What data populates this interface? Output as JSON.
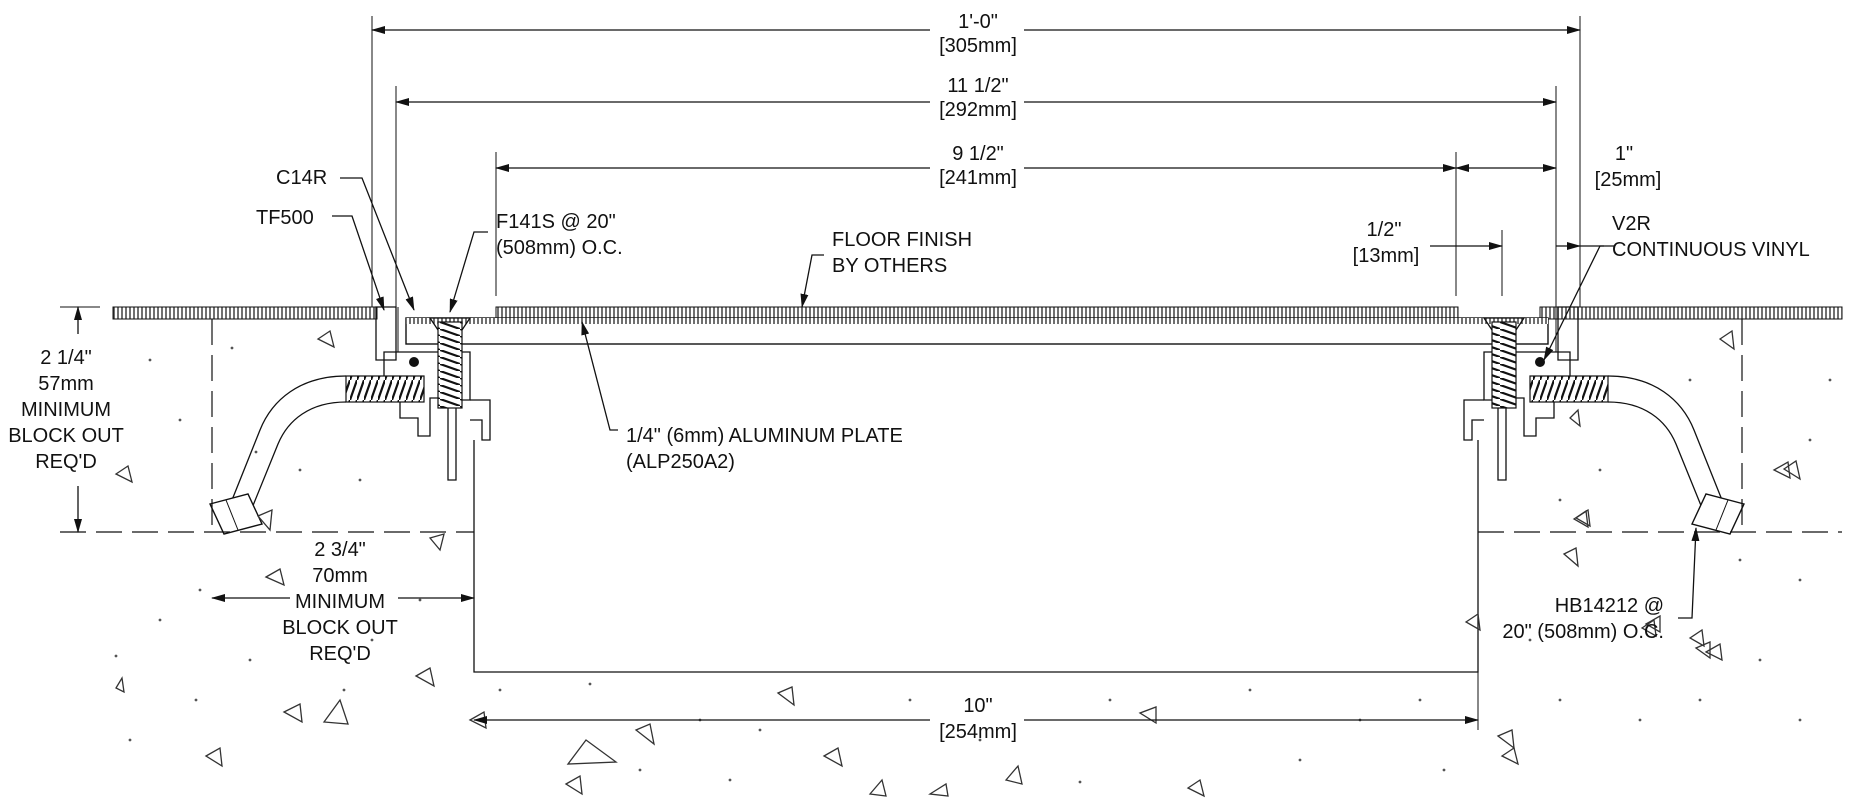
{
  "dimensions": {
    "overall": [
      "1'-0\"",
      "[305mm]"
    ],
    "frame": [
      "11 1/2\"",
      "[292mm]"
    ],
    "plate": [
      "9 1/2\"",
      "[241mm]"
    ],
    "flange": [
      "1\"",
      "[25mm]"
    ],
    "edge": [
      "1/2\"",
      "[13mm]"
    ],
    "pan": [
      "10\"",
      "[254mm]"
    ],
    "depth_left": [
      "2 1/4\"",
      "57mm",
      "MINIMUM",
      "BLOCK OUT",
      "REQ'D"
    ],
    "width_left": [
      "2 3/4\"",
      "70mm",
      "MINIMUM",
      "BLOCK OUT",
      "REQ'D"
    ]
  },
  "callouts": {
    "c14r": "C14R",
    "tf500": "TF500",
    "f141s": [
      "F141S @ 20\"",
      "(508mm) O.C."
    ],
    "floor_finish": [
      "FLOOR FINISH",
      "BY OTHERS"
    ],
    "v2r": [
      "V2R",
      "CONTINUOUS VINYL"
    ],
    "plate": [
      "1/4\" (6mm) ALUMINUM PLATE",
      "(ALP250A2)"
    ],
    "hb14212": [
      "HB14212 @",
      "20\" (508mm) O.C."
    ]
  }
}
